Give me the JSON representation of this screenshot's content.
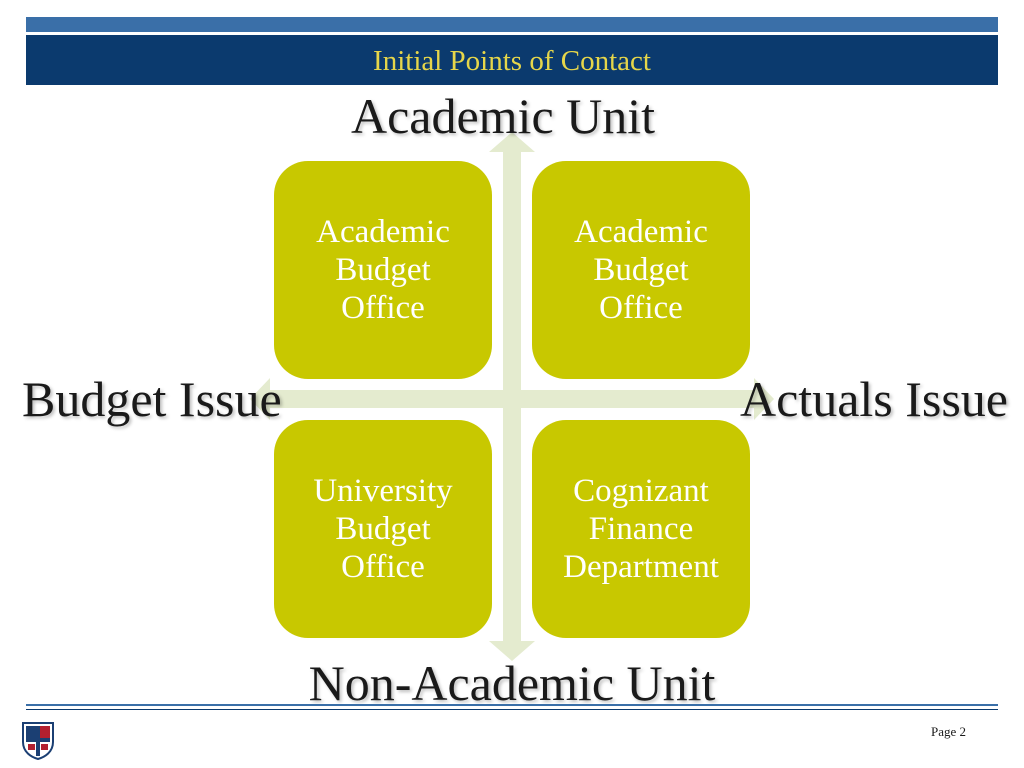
{
  "header": {
    "title": "Initial Points of Contact"
  },
  "axes": {
    "top": "Academic Unit",
    "bottom": "Non-Academic Unit",
    "left": "Budget Issue",
    "right": "Actuals Issue"
  },
  "quadrants": [
    {
      "text": "Academic\nBudget\nOffice"
    },
    {
      "text": "Academic\nBudget\nOffice"
    },
    {
      "text": "University\nBudget\nOffice"
    },
    {
      "text": "Cognizant\nFinance\nDepartment"
    }
  ],
  "footer": {
    "page": "Page 2"
  },
  "colors": {
    "title_bar": "#0b3a6e",
    "title_text": "#e6d64a",
    "quadrant_fill": "#c8c800",
    "axis_arrow": "#e4ebcf"
  }
}
